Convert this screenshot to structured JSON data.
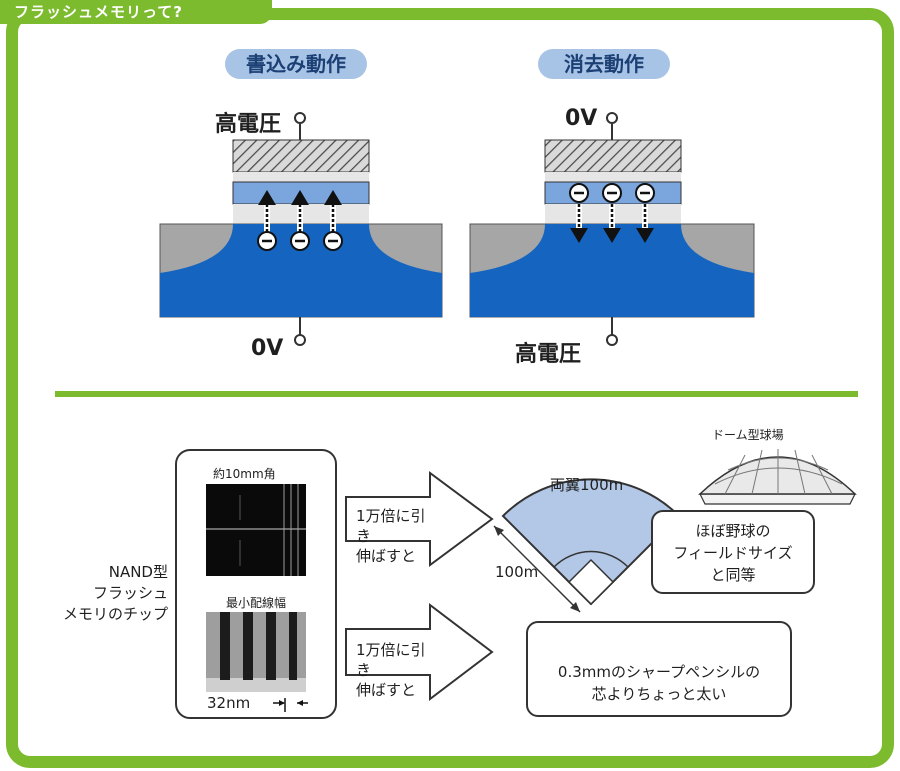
{
  "header": {
    "title": "フラッシュメモリって?"
  },
  "top": {
    "write_label": "書込み動作",
    "erase_label": "消去動作",
    "write_top_voltage": "高電圧",
    "write_bottom_voltage": "0V",
    "erase_top_voltage": "0V",
    "erase_bottom_voltage": "高電圧"
  },
  "bottom": {
    "chip_label_lines": [
      "NAND型",
      "フラッシュ",
      "メモリのチップ"
    ],
    "chip_size_label": "約10mm角",
    "min_width_label": "最小配線幅",
    "min_width_value": "32nm",
    "stretch_text_1": "1万倍に引き\n伸ばすと",
    "stretch_text_2": "1万倍に引き\n伸ばすと",
    "field_both_wings": "両翼100m",
    "field_side": "100m",
    "dome_label": "ドーム型球場",
    "field_note_lines": [
      "ほぼ野球の",
      "フィールドサイズ",
      "と同等"
    ],
    "pencil_note_lines": [
      "0.3mmのシャープペンシルの",
      "芯よりちょっと太い"
    ]
  },
  "colors": {
    "frame_green": "#7dbb2e",
    "channel_blue": "#1565c0",
    "gate_blue": "#7aa6dd",
    "gray": "#a6a6a6",
    "pill_blue": "#a7c4e7",
    "field_blue": "#b3c8e6"
  }
}
